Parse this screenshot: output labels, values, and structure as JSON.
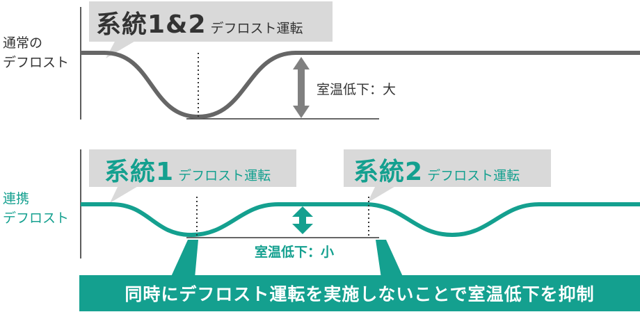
{
  "top": {
    "row_label": [
      "通常の",
      "デフロスト"
    ],
    "callout_big": "系統1&2",
    "callout_small": "デフロスト運転",
    "temp_drop_label": "室温低下：大",
    "color": "#666666"
  },
  "bottom": {
    "row_label": [
      "連携",
      "デフロスト"
    ],
    "callout1_big": "系統1",
    "callout1_small": "デフロスト運転",
    "callout2_big": "系統2",
    "callout2_small": "デフロスト運転",
    "temp_drop_label": "室温低下：小",
    "color": "#14a08f"
  },
  "banner": {
    "text": "同時にデフロスト運転を実施しないことで室温低下を抑制",
    "color": "#14a08f"
  },
  "callout_bg": "#d9d9d9"
}
